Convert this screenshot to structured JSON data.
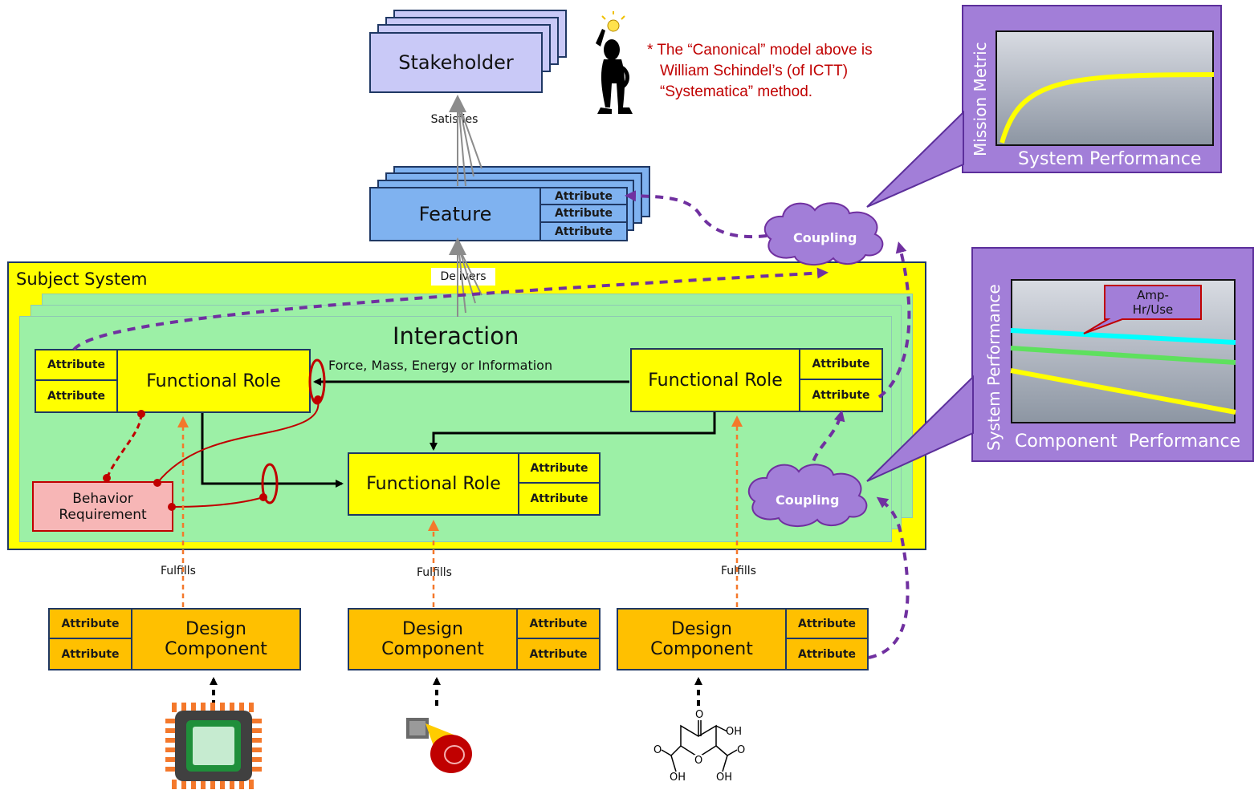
{
  "stakeholder": {
    "label": "Stakeholder"
  },
  "note": {
    "lines": [
      "* The “Canonical” model above is",
      "William Schindel’s (of ICTT)",
      "“Systematica” method."
    ]
  },
  "satisfies_label": "Satisfies",
  "feature": {
    "label": "Feature",
    "attributes": [
      "Attribute",
      "Attribute",
      "Attribute"
    ]
  },
  "delivers_label": "Delivers",
  "subject_system": {
    "label": "Subject System"
  },
  "interaction": {
    "label": "Interaction",
    "flow_label": "Force, Mass, Energy or Information"
  },
  "functional_roles": [
    {
      "label": "Functional Role",
      "attributes": [
        "Attribute",
        "Attribute"
      ]
    },
    {
      "label": "Functional Role",
      "attributes": [
        "Attribute",
        "Attribute"
      ]
    },
    {
      "label": "Functional Role",
      "attributes": [
        "Attribute",
        "Attribute"
      ]
    }
  ],
  "behavior_requirement": {
    "line1": "Behavior",
    "line2": "Requirement"
  },
  "coupling_labels": [
    "Coupling",
    "Coupling"
  ],
  "fulfills_label": "Fulfills",
  "design_components": [
    {
      "line1": "Design",
      "line2": "Component",
      "attributes": [
        "Attribute",
        "Attribute"
      ]
    },
    {
      "line1": "Design",
      "line2": "Component",
      "attributes": [
        "Attribute",
        "Attribute"
      ]
    },
    {
      "line1": "Design",
      "line2": "Component",
      "attributes": [
        "Attribute",
        "Attribute"
      ]
    }
  ],
  "mission_chart": {
    "ylabel": "Mission Metric",
    "xlabel": "System Performance"
  },
  "component_chart": {
    "ylabel": "System Performance",
    "xlabel": "Component  Performance",
    "callout_line1": "Amp-",
    "callout_line2": "Hr/Use"
  },
  "molecule": {
    "o_top": "O",
    "oh_right": "OH",
    "o_left": "O",
    "o_ring": "O",
    "o_right": "O",
    "oh_bl": "OH",
    "oh_br": "OH"
  },
  "colors": {
    "subject_system": "#ffff00",
    "interaction": "#9cf0a6",
    "functional_role": "#ffff00",
    "design_component": "#ffc000",
    "feature": "#7fb2f0",
    "stakeholder": "#c9c9f7",
    "coupling": "#a27ed8",
    "note_text": "#c00000",
    "fulfills_arrow": "#f4782b"
  }
}
